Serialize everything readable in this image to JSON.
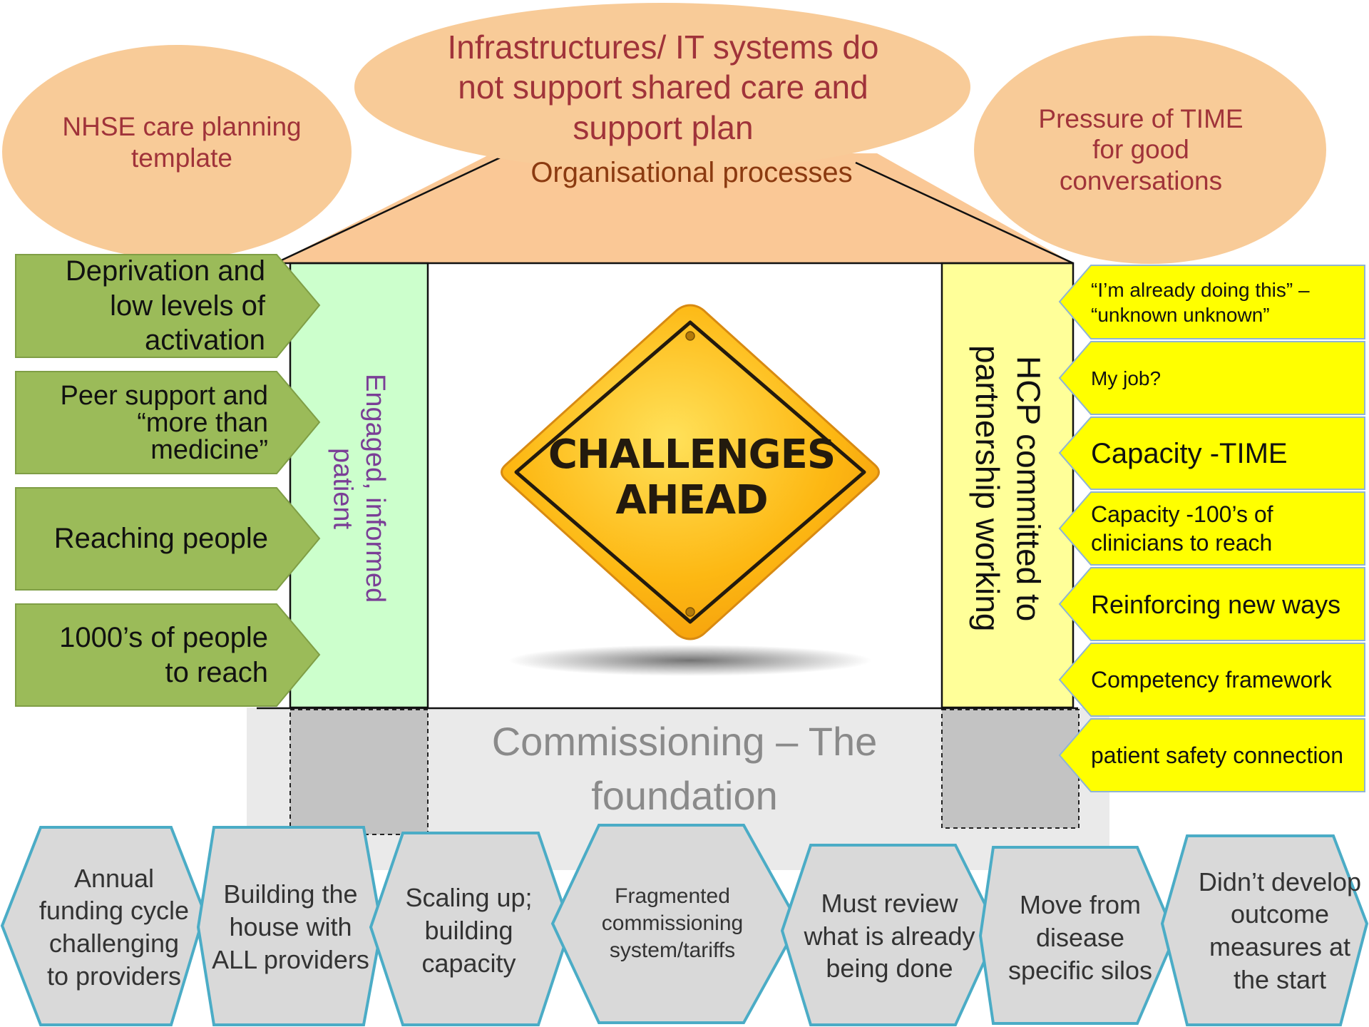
{
  "top_ellipses": {
    "left": "NHSE care planning template",
    "center": "Infrastructures/ IT systems do not support shared care and support plan",
    "right": "Pressure of TIME for good conversations"
  },
  "roof": {
    "label": "Organisational processes"
  },
  "left_pillar": {
    "label": "Engaged, informed patient"
  },
  "right_pillar": {
    "label": "HCP committed to partnership working"
  },
  "center_image": {
    "sign_line1": "CHALLENGES",
    "sign_line2": "AHEAD"
  },
  "foundation": {
    "label": "Commissioning – The foundation"
  },
  "left_arrows": [
    "Deprivation and low levels of activation",
    "Peer support and “more than medicine”",
    "Reaching people",
    "1000’s of people to reach"
  ],
  "right_arrows": [
    "“I’m already doing this” – “unknown unknown”",
    "My job?",
    "Capacity -TIME",
    "Capacity -100’s of clinicians to reach",
    "Reinforcing new ways",
    "Competency framework",
    "patient safety connection"
  ],
  "bottom_hexagons": [
    "Annual funding cycle challenging to providers",
    "Building the house with ALL providers",
    "Scaling up; building capacity",
    "Fragmented commissioning system/tariffs",
    "Must review what is already being done",
    "Move from disease specific silos",
    "Didn’t develop outcome measures at the start"
  ],
  "colors": {
    "ellipse_fill": "#F8CB98",
    "roof_fill": "#FAC896",
    "left_pillar_fill": "#CCFFCC",
    "right_pillar_fill": "#FFFF99",
    "left_arrow_fill": "#9BBB59",
    "right_arrow_fill": "#FFFF00",
    "foundation_fill": "#EAEAEA",
    "footing_fill": "#C3C3C3",
    "hex_fill": "#D9D9D9",
    "hex_stroke": "#4BACC6",
    "sign_fill": "#FDB813"
  }
}
